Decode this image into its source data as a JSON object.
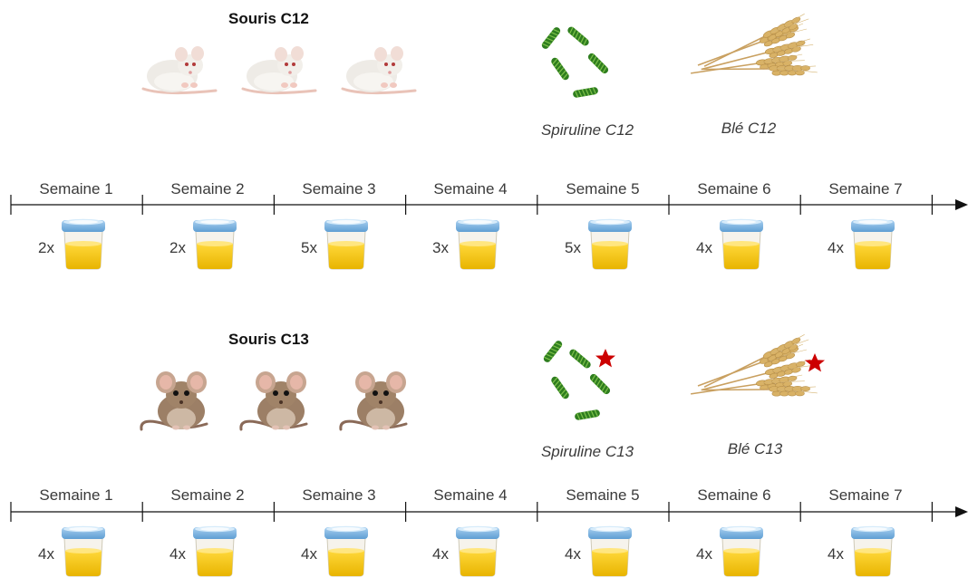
{
  "sections": [
    {
      "title": "Souris C12",
      "mouse_icon": "white-lab-mouse-icon",
      "foods": [
        {
          "label": "Spiruline C12",
          "icon": "spirulina-icon",
          "marked": false
        },
        {
          "label": "Blé C12",
          "icon": "wheat-icon",
          "marked": false
        }
      ],
      "weeks": [
        "Semaine 1",
        "Semaine 2",
        "Semaine 3",
        "Semaine 4",
        "Semaine 5",
        "Semaine 6",
        "Semaine 7"
      ],
      "samples": [
        "2x",
        "2x",
        "5x",
        "3x",
        "5x",
        "4x",
        "4x"
      ]
    },
    {
      "title": "Souris C13",
      "mouse_icon": "brown-house-mouse-icon",
      "foods": [
        {
          "label": "Spiruline C13",
          "icon": "spirulina-icon",
          "marked": true
        },
        {
          "label": "Blé C13",
          "icon": "wheat-icon",
          "marked": true
        }
      ],
      "weeks": [
        "Semaine 1",
        "Semaine 2",
        "Semaine 3",
        "Semaine 4",
        "Semaine 5",
        "Semaine 6",
        "Semaine 7"
      ],
      "samples": [
        "4x",
        "4x",
        "4x",
        "4x",
        "4x",
        "4x",
        "4x"
      ]
    }
  ],
  "icons": {
    "sample": "urine-sample-cup-icon",
    "marker": "red-star-icon"
  },
  "colors": {
    "white_mouse": "#ece9e4",
    "brown_mouse": "#9c7f66",
    "spirulina": "#2e7d1f",
    "wheat": "#d8b060",
    "cup_lid": "#7fb3de",
    "urine": "#f2c200",
    "star": "#cc0000",
    "timeline": "#111111"
  }
}
